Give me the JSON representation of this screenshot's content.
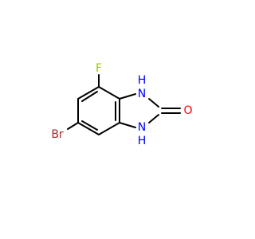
{
  "molecule": {
    "atoms": {
      "fluorine": {
        "symbol": "F",
        "color": "#8fce00"
      },
      "bromine": {
        "symbol": "Br",
        "color": "#a52a2a"
      },
      "oxygen": {
        "symbol": "O",
        "color": "#ff0000"
      },
      "nh_top": {
        "symbol": "N",
        "h": "H",
        "color": "#0000ff"
      },
      "nh_bottom": {
        "symbol": "N",
        "h": "H",
        "color": "#0000ff"
      }
    },
    "bond_color": "#000000"
  }
}
